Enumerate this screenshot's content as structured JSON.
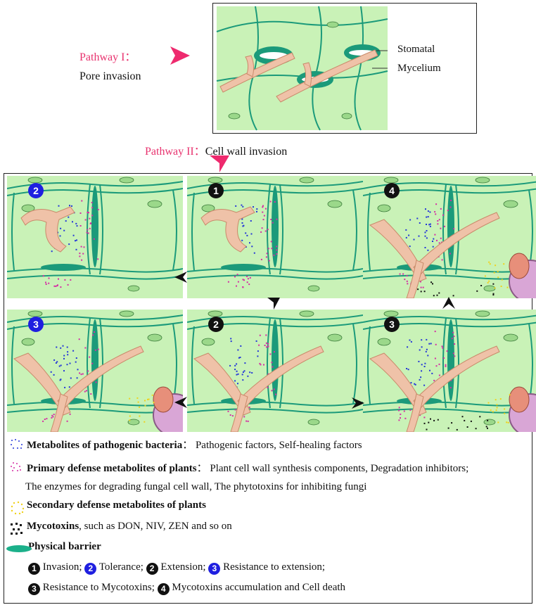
{
  "pathway1": {
    "title": "Pathway I：",
    "subtitle": "Pore invasion",
    "labels": {
      "stomatal": "Stomatal",
      "mycelium": "Mycelium"
    }
  },
  "pathway2": {
    "title": "Pathway II：",
    "subtitle": "Cell wall invasion"
  },
  "panels": [
    {
      "id": "p1",
      "badge": "2",
      "badge_color": "blue"
    },
    {
      "id": "p2",
      "badge": "1",
      "badge_color": "black"
    },
    {
      "id": "p3",
      "badge": "4",
      "badge_color": "black"
    },
    {
      "id": "p4",
      "badge": "3",
      "badge_color": "blue"
    },
    {
      "id": "p5",
      "badge": "2",
      "badge_color": "black"
    },
    {
      "id": "p6",
      "badge": "3",
      "badge_color": "black"
    }
  ],
  "legend": {
    "pathogen": {
      "bold": "Metabolites of pathogenic bacteria",
      "rest": "：  Pathogenic factors, Self-healing factors"
    },
    "primary": {
      "bold": "Primary defense metabolites of plants",
      "rest": "：  Plant cell wall synthesis components, Degradation inhibitors;"
    },
    "primary2": "The  enzymes for degrading fungal cell wall,   The phytotoxins for inhibiting fungi",
    "secondary": {
      "bold": "Secondary defense metabolites of plants"
    },
    "mycotoxins": {
      "bold": "Mycotoxins",
      "rest": ", such as DON, NIV, ZEN and so on"
    },
    "barrier": {
      "bold": "Physical barrier"
    },
    "keys": {
      "invasion": "Invasion;",
      "tolerance": "Tolerance;",
      "extension": "Extension;",
      "resistance_ext": "Resistance to extension;",
      "resistance_myco": "Resistance to Mycotoxins;",
      "accumulation": "Mycotoxins  accumulation  and Cell death"
    }
  },
  "colors": {
    "pathway_title": "#e8326e",
    "arrow": "#ee2a6e",
    "cell_fill": "#c9f2b7",
    "cell_wall": "#1b9a7a",
    "hypha": "#efc2a8",
    "pathogen_dots": "#2436d8",
    "primary_dots": "#d52da4",
    "secondary_dots": "#f0d11c",
    "mycotoxin_dots": "#111111",
    "badge_blue": "#1f1fe0"
  }
}
